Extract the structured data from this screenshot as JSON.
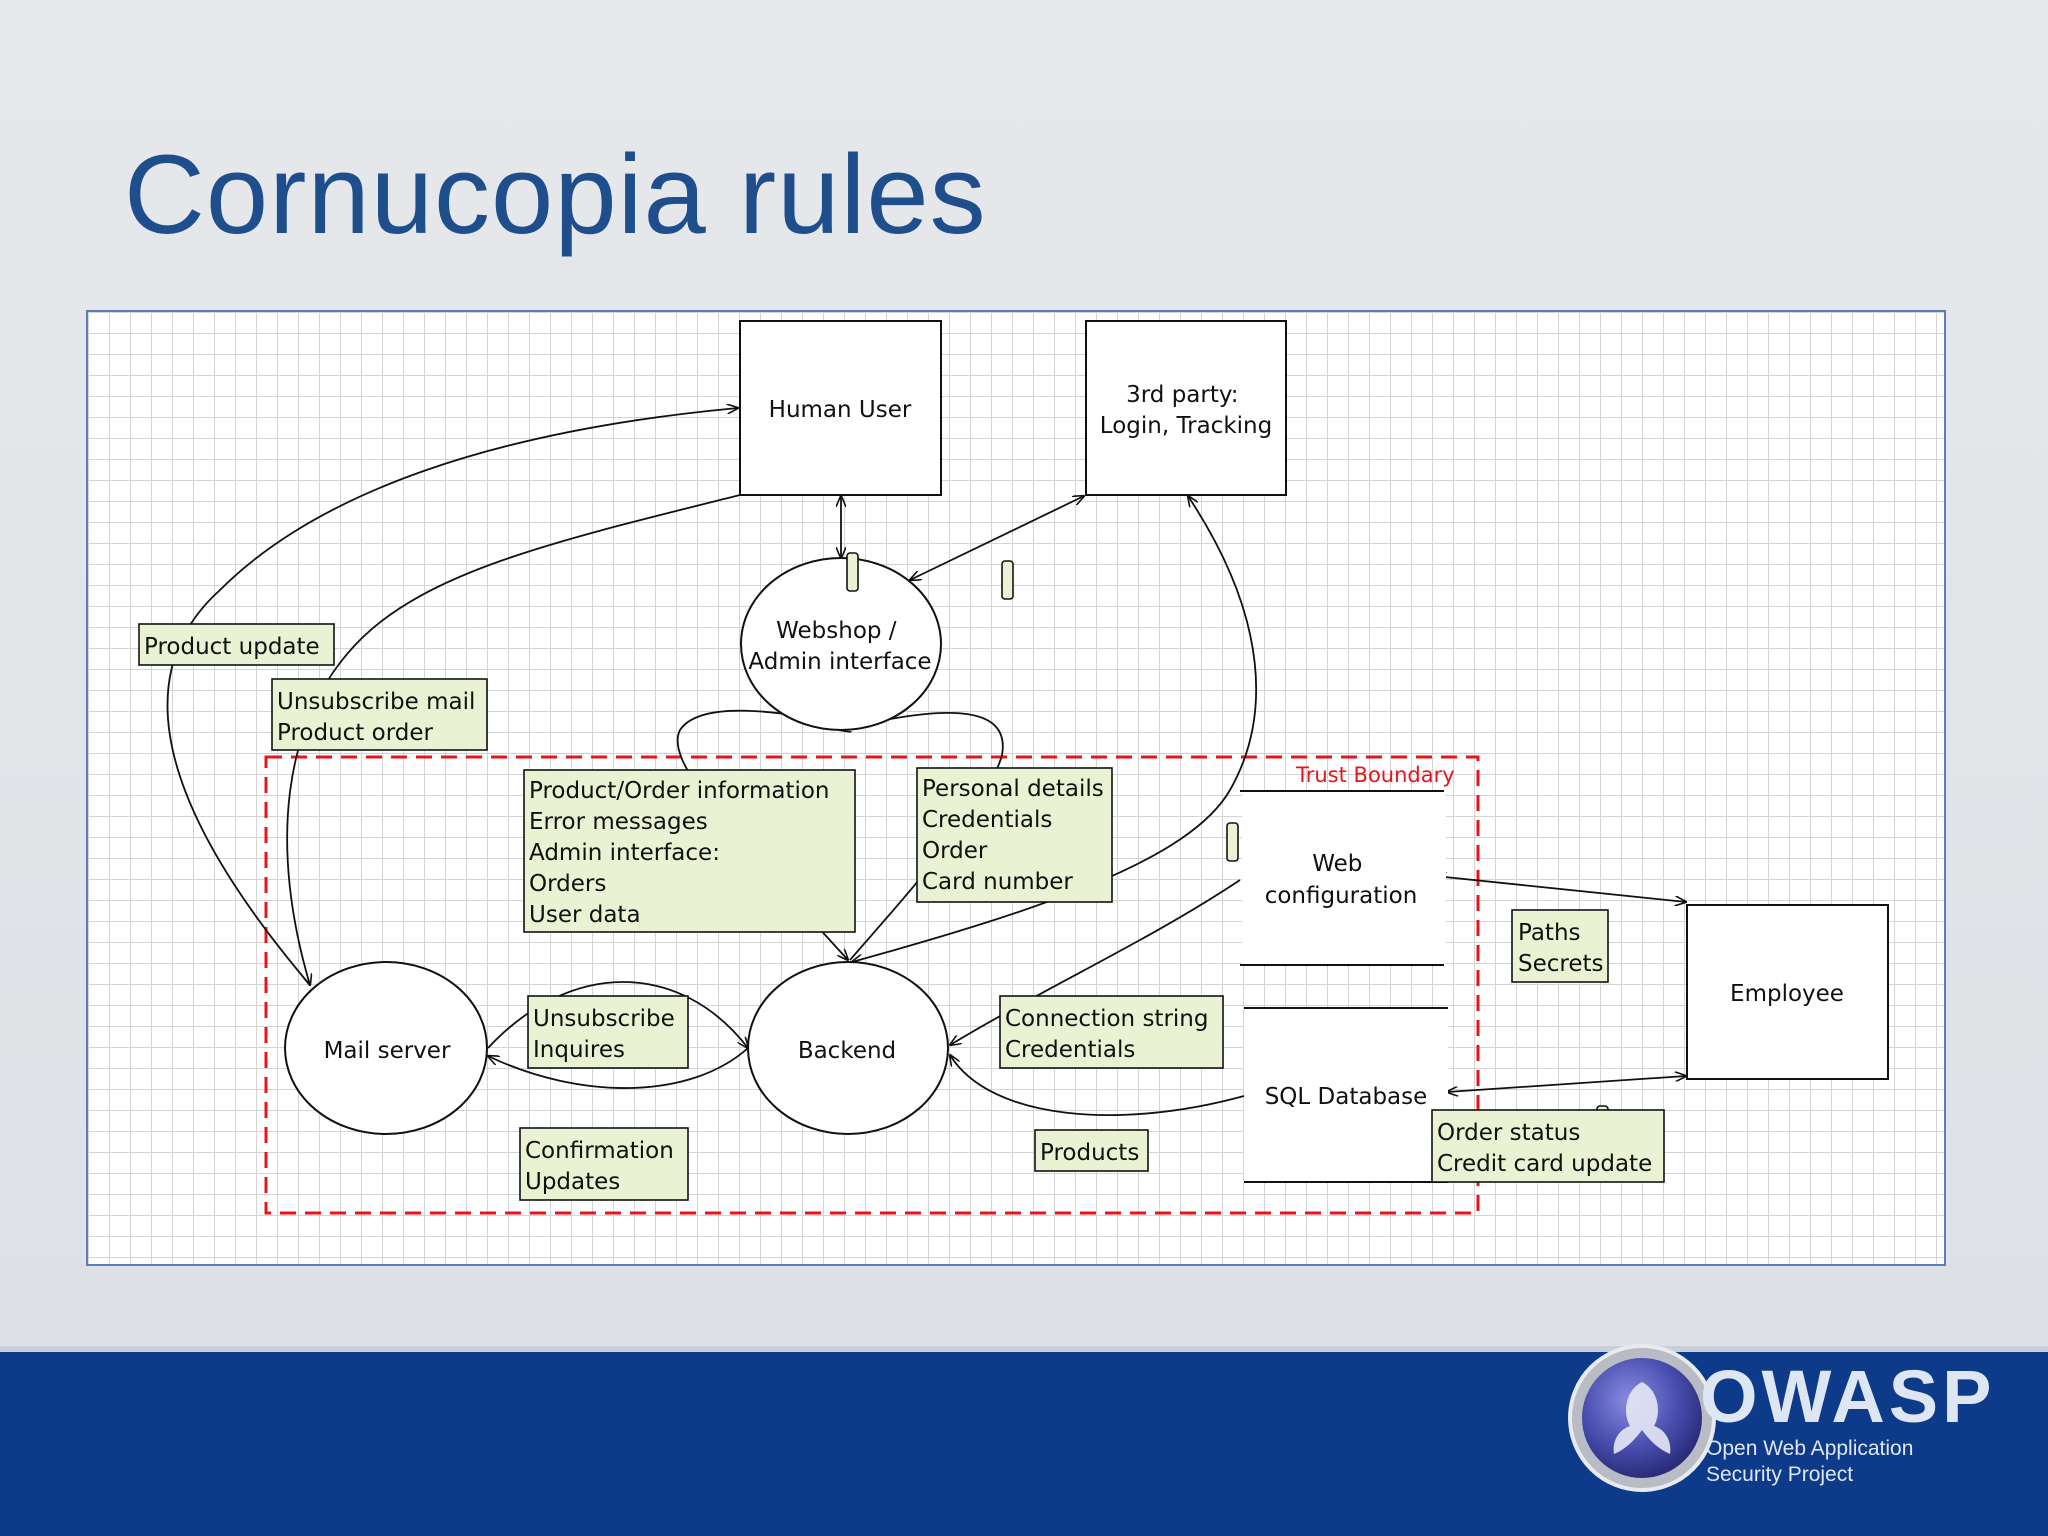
{
  "slide": {
    "title": "Cornucopia rules"
  },
  "diagram": {
    "external_entities": {
      "human_user": "Human User",
      "third_party": [
        "3rd party:",
        "Login, Tracking"
      ],
      "employee": "Employee"
    },
    "processes": {
      "webshop": [
        "Webshop /",
        "Admin interface"
      ],
      "backend": "Backend",
      "mail_server": "Mail server"
    },
    "data_stores": {
      "web_configuration": [
        "Web",
        "configuration"
      ],
      "sql_database": "SQL Database"
    },
    "trust_boundary_label": "Trust Boundary",
    "flow_labels": {
      "product_update": [
        "Product update"
      ],
      "unsubscribe_order": [
        "Unsubscribe mail",
        "Product order"
      ],
      "product_order_info": [
        "Product/Order information",
        "Error messages",
        "Admin interface:",
        "Orders",
        "User data"
      ],
      "personal_details": [
        "Personal details",
        "Credentials",
        "Order",
        "Card number"
      ],
      "unsubscribe_inquires": [
        "Unsubscribe",
        "Inquires"
      ],
      "confirmation_updates": [
        "Confirmation",
        "Updates"
      ],
      "connection_string": [
        "Connection string",
        "Credentials"
      ],
      "products": [
        "Products"
      ],
      "paths_secrets": [
        "Paths",
        "Secrets"
      ],
      "order_status": [
        "Order status",
        "Credit card update"
      ]
    },
    "colors": {
      "label_fill": "#e9f2d2",
      "boundary": "#e8141b",
      "title": "#1f4e8c",
      "footer": "#0d3b8a"
    }
  },
  "footer": {
    "logo_word": "OWASP",
    "logo_tagline": "Open Web Application\nSecurity Project"
  }
}
